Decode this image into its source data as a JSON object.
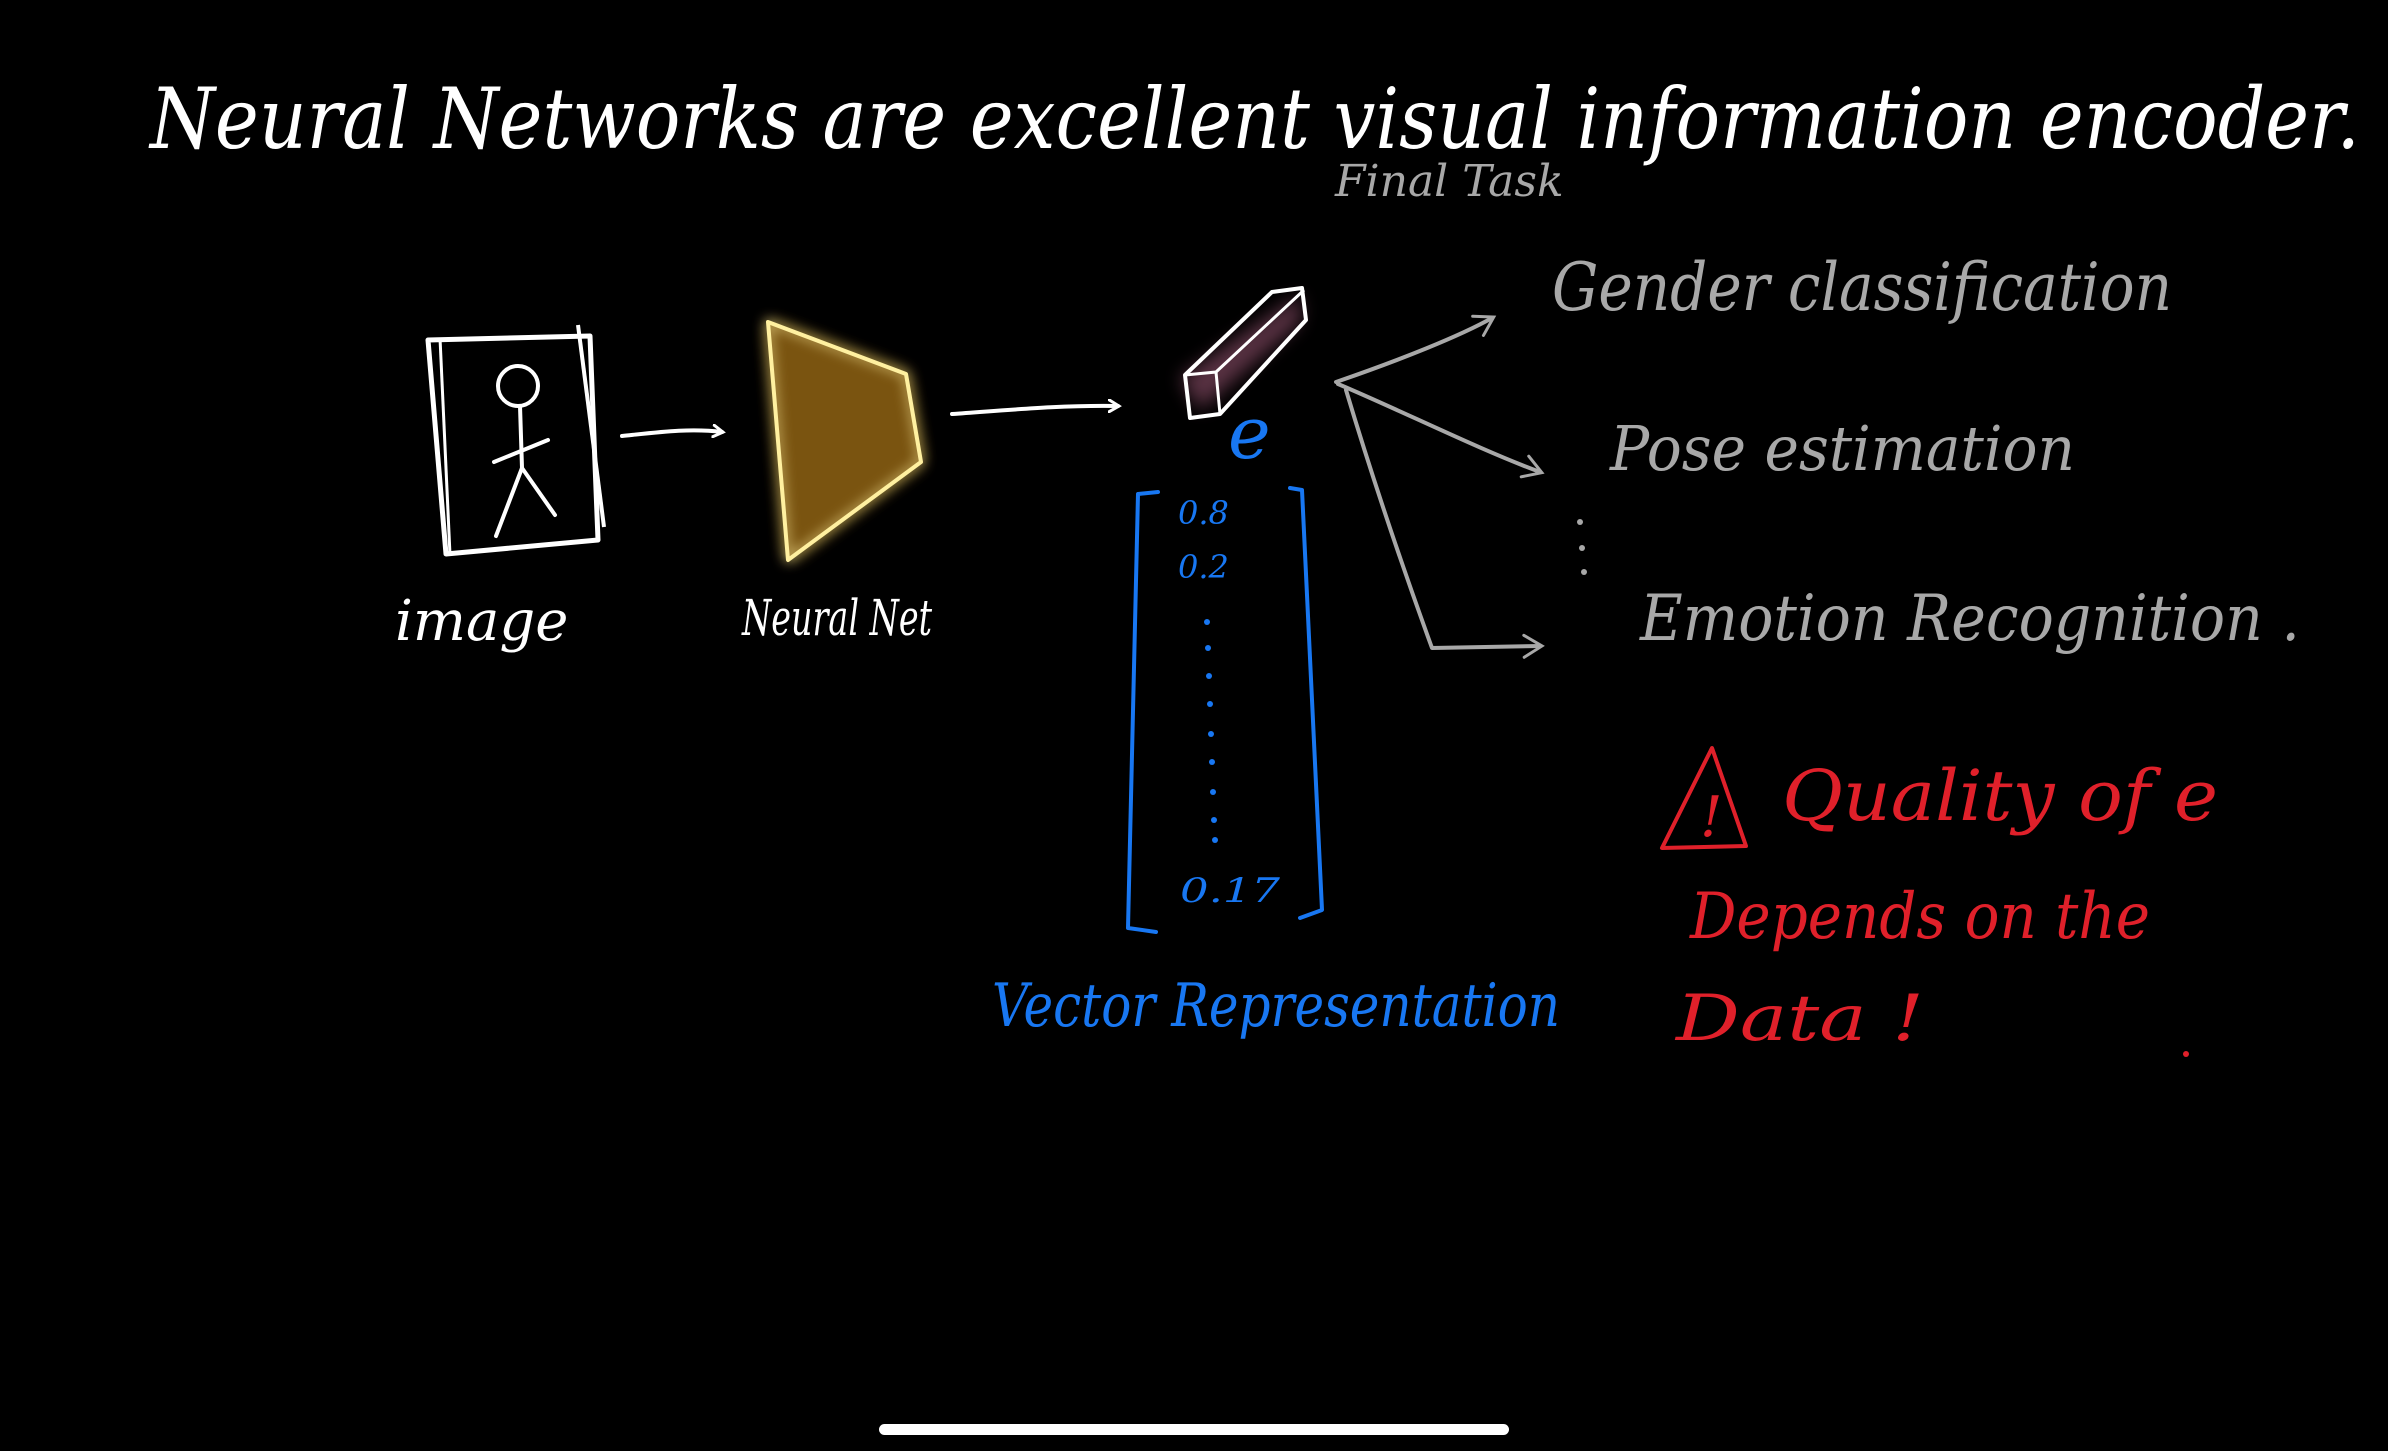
{
  "title": "Neural Networks are excellent visual information encoder.",
  "labels": {
    "image": "image",
    "neural_net": "Neural Net",
    "e_symbol": "e",
    "final_task": "Final Task",
    "vector_representation": "Vector Representation"
  },
  "vector": {
    "values": [
      "0.8",
      "0.2",
      "0.17"
    ]
  },
  "tasks": [
    {
      "label": "Gender classification"
    },
    {
      "label": "Pose estimation"
    },
    {
      "label": "Emotion Recognition ."
    }
  ],
  "warning": {
    "symbol": "!",
    "line1": "Quality of e",
    "line2": "Depends on the",
    "line3": "Data !"
  },
  "colors": {
    "background": "#000000",
    "ink_white": "#ffffff",
    "ink_gray": "#a8a8a8",
    "ink_blue": "#1877f2",
    "ink_red": "#e0202a",
    "net_fill": "#7a5410",
    "net_outline": "#fff0a0",
    "encoder_glow": "#ff8fc0"
  },
  "icons": [
    "stick-figure-icon",
    "warning-triangle-icon"
  ]
}
